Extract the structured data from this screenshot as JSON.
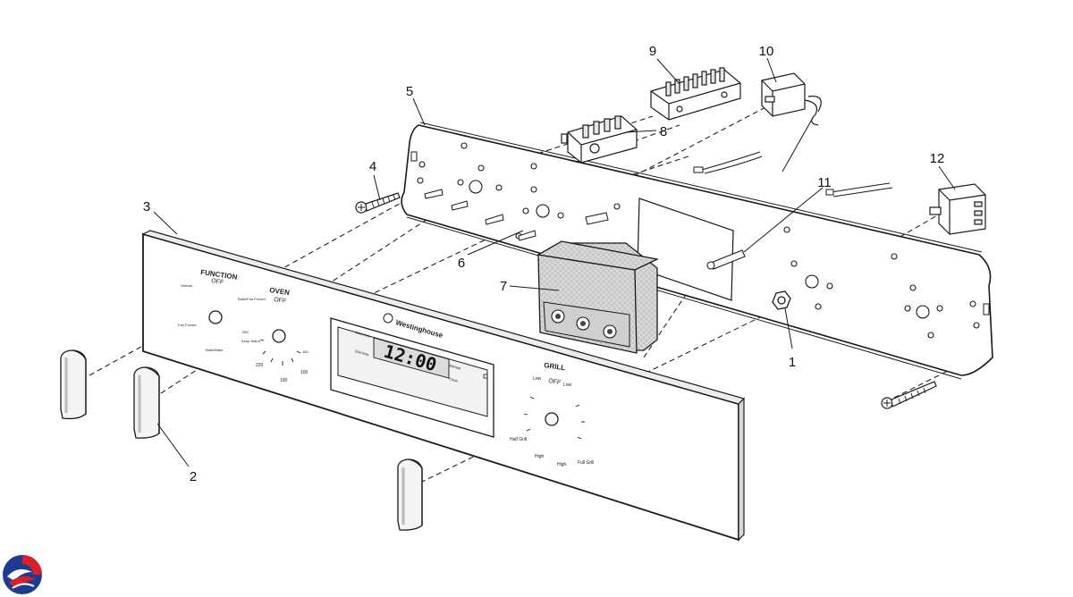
{
  "callouts": {
    "c1": "1",
    "c2": "2",
    "c3": "3",
    "c4": "4",
    "c5": "5",
    "c6": "6",
    "c7": "7",
    "c8": "8",
    "c9": "9",
    "c10": "10",
    "c11": "11",
    "c12": "12"
  },
  "panel": {
    "function_title": "FUNCTION",
    "function_off": "OFF",
    "defrost": "Defrost",
    "bake_fan_forced": "Bake/Fan Forced",
    "bake_bake": "Bake/Bake",
    "fan_forced": "Fan Forced",
    "oven_title": "OVEN",
    "oven_off": "OFF",
    "temp_250": "250",
    "temp_220": "220",
    "temp_190": "190",
    "temp_160": "160",
    "temp_100": "100",
    "keep_warm": "Keep Warm",
    "brand": "Westinghouse",
    "cook_time": "Cook time",
    "end_time": "End time",
    "manual": "Manual",
    "clock_time": "Clock",
    "display_time": "12:00",
    "grill_title": "GRILL",
    "grill_off": "OFF",
    "grill_low_left": "Low",
    "grill_low_right": "Low",
    "half_grill": "Half Grill",
    "full_grill": "Full Grill",
    "grill_high_left": "High",
    "grill_high_right": "High"
  },
  "colors": {
    "line": "#1a1a1a",
    "dash": "#222222",
    "logo_red": "#d6202a",
    "logo_blue": "#1f3a93"
  }
}
